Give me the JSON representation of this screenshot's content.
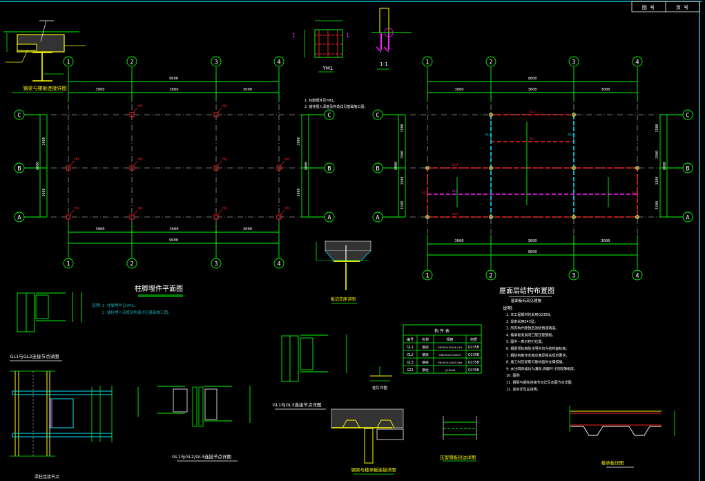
{
  "title_block": {
    "cell_1": "图 号",
    "cell_2": "页 号"
  },
  "plan_left": {
    "title": "柱脚埋件平面图",
    "notes": [
      "1. 柱脚埋件见YM1。",
      "2. 锚栓埋入深度及构造详见基础施工图。"
    ],
    "notes_prefix": "说明:",
    "axes_x": [
      "1",
      "2",
      "3",
      "4"
    ],
    "axes_y": [
      "C",
      "B",
      "A"
    ],
    "dims_top_total": "9600",
    "dims_top": [
      "3000",
      "3600",
      "3000"
    ],
    "dims_bottom": [
      "3000",
      "3600",
      "3000"
    ],
    "dims_bottom_total": "9600",
    "dims_side": [
      "3000",
      "3000"
    ],
    "dims_side_total": "6000",
    "embed_tag": "YM1"
  },
  "plan_right": {
    "title": "屋面层结构布置图",
    "subtitle": "屋面板标高见建施",
    "axes_x": [
      "1",
      "2",
      "3",
      "4"
    ],
    "axes_y": [
      "C",
      "B",
      "A"
    ],
    "dims_top_total": "9600",
    "dims_top": [
      "3000",
      "3600",
      "3000"
    ],
    "dims_bottom": [
      "3000",
      "3600",
      "3000"
    ],
    "dims_bottom_total": "9600",
    "dims_side": [
      "1500",
      "1500",
      "1500",
      "1500"
    ],
    "dims_side_total": "6000",
    "beam_tags": {
      "main": "GL1",
      "edge": "GL3",
      "secondary": "GL2",
      "column": "GZ1"
    }
  },
  "notes_right": {
    "header": "说明:",
    "items": [
      "1. 本工程钢材均采用Q235B。",
      "2. 焊条采用E43型。",
      "3. 所有构件除锈后涂防锈漆两道。",
      "4. 楼承板采用闭口型压型钢板。",
      "5. 图中—表示栓钉位置。",
      "6. 钢梁顶标高除注明外均为结构面标高。",
      "7. 钢结构制作安装应满足相关规范要求。",
      "8. 施工时应采取可靠的临时支撑措施。",
      "9. 未注明焊缝均为满焊,焊脚尺寸同较薄板厚。",
      "10. 图例",
      "11. 钢梁与钢柱连接节点详见本图节点详图;",
      "12. 其余详见总说明。"
    ]
  },
  "member_table": {
    "title": "构 件 表",
    "headers": [
      "编号",
      "名称",
      "规格",
      "材质"
    ],
    "rows": [
      [
        "GL1",
        "钢梁",
        "HN300x150x6.5x9",
        "Q235B"
      ],
      [
        "GL2",
        "钢梁",
        "HN250x125x6x9",
        "Q235B"
      ],
      [
        "GL3",
        "钢梁",
        "HN200x100x5.5x8",
        "Q235B"
      ],
      [
        "GZ1",
        "钢柱",
        "□200x8",
        "Q235B"
      ]
    ]
  },
  "details": {
    "top_left": "钢梁与楼板连接详图",
    "embed_plate": "YM1",
    "section_1_1": "1-1",
    "section_mark": "1",
    "slab_edge": "板边支座详图",
    "gl1_gl2_a": "GL1与GL2连接节点详图",
    "gl1_gl2_b": "GL1与GL2/GL3连接节点详图",
    "gl1_gl3": "GL1与GL3连接节点详图",
    "beam_column": "梁柱连接节点",
    "composite": "钢梁与楼承板连接详图",
    "stud": "栓钉详图",
    "deck_edge": "压型钢板封边详图",
    "deck_section": "楼承板详图"
  },
  "colors": {
    "background": "#000000",
    "dimension": "#00ff00",
    "grid": "#9a9a9a",
    "beam_main": "#ff2020",
    "beam_column": "#00e5ff",
    "beam_secondary": "#ff20ff",
    "section": "#ffff00",
    "text": "#ffffff",
    "note": "#1aa9b0",
    "frame": "#00e5ff"
  }
}
